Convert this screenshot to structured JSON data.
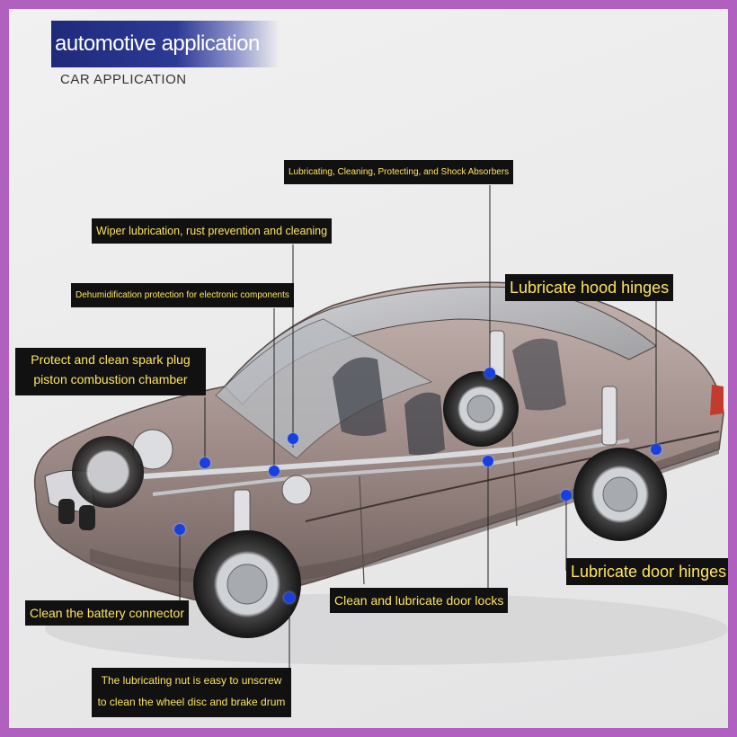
{
  "header": {
    "title": "automotive application",
    "subtitle": "CAR APPLICATION"
  },
  "labels": {
    "shock": "Lubricating, Cleaning, Protecting, and Shock Absorbers",
    "wiper": "Wiper lubrication, rust prevention and cleaning",
    "dehumid": "Dehumidification protection for electronic components",
    "hood": "Lubricate hood hinges",
    "spark": "Protect and clean spark plug piston combustion chamber",
    "door_hinges": "Lubricate door hinges",
    "battery": "Clean the battery connector",
    "door_locks": "Clean and lubricate door locks",
    "nut": "The lubricating nut is easy to unscrew to clean the wheel disc and brake drum"
  },
  "colors": {
    "frame": "#b061c0",
    "banner": "#2d3a95",
    "label_bg": "#111111",
    "label_text": "#ffe45c",
    "marker": "#1a3fe0",
    "car_body": "#a18f8b"
  }
}
